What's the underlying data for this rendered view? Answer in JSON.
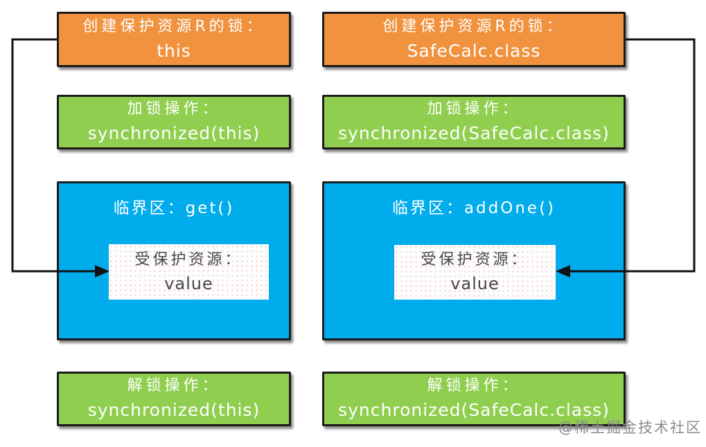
{
  "watermark": "@稀土掘金技术社区",
  "colors": {
    "orange": "#F0923E",
    "green": "#8FCE4E",
    "blue": "#00ACEC",
    "border": "#1B1B1B",
    "arrow": "#111111",
    "text_light": "#FFFFFF",
    "text_dark": "#474747",
    "watermark_gray": "#8A8A8A"
  },
  "left": {
    "create_lock": {
      "label": "创建保护资源R的锁：",
      "code": "this"
    },
    "lock_op": {
      "label": "加锁操作：",
      "code": "synchronized(this)"
    },
    "critical_section": {
      "title": "临界区：get()",
      "resource_label": "受保护资源：",
      "resource_value": "value"
    },
    "unlock_op": {
      "label": "解锁操作：",
      "code": "synchronized(this)"
    }
  },
  "right": {
    "create_lock": {
      "label": "创建保护资源R的锁：",
      "code": "SafeCalc.class"
    },
    "lock_op": {
      "label": "加锁操作：",
      "code": "synchronized(SafeCalc.class)"
    },
    "critical_section": {
      "title": "临界区：addOne()",
      "resource_label": "受保护资源：",
      "resource_value": "value"
    },
    "unlock_op": {
      "label": "解锁操作：",
      "code": "synchronized(SafeCalc.class)"
    }
  }
}
